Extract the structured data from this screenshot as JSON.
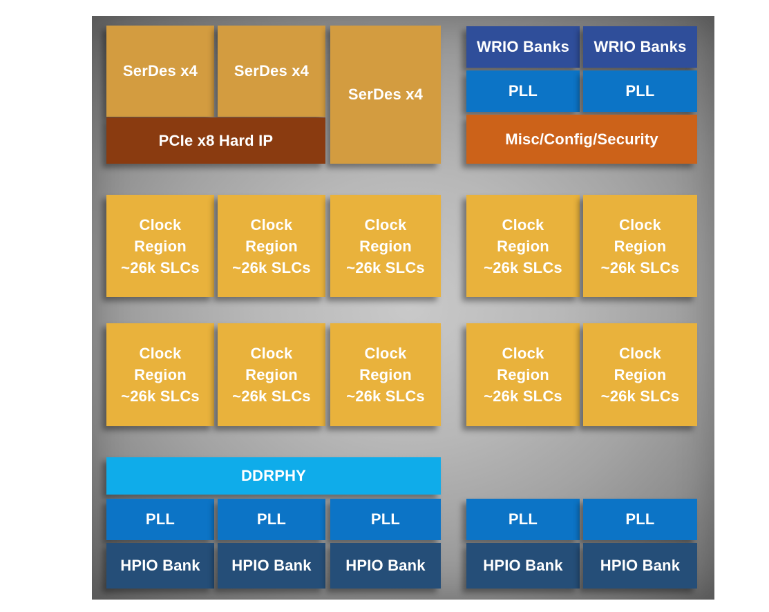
{
  "labels": {
    "serdes": "SerDes x4",
    "pcie": "PCIe x8 Hard IP",
    "wrio": "WRIO Banks",
    "pll": "PLL",
    "misc": "Misc/Config/Security",
    "clock_region": "Clock\nRegion\n~26k SLCs",
    "ddrphy": "DDRPHY",
    "hpio": "HPIO Bank"
  },
  "colors": {
    "serdes_fill": "#D39C40",
    "pcie_fill": "#8A3B10",
    "wrio_fill": "#2F4E9A",
    "pll_fill": "#0C74C6",
    "misc_fill": "#CC6219",
    "clock_fill": "#E9B23C",
    "ddrphy_fill": "#0FACEA",
    "hpio_fill": "#254E78",
    "label_text": "#FFFFFF",
    "die_center_gray": "#C9C9C9",
    "die_edge_gray": "#6B6B6B",
    "page_background": "#FFFFFF"
  }
}
